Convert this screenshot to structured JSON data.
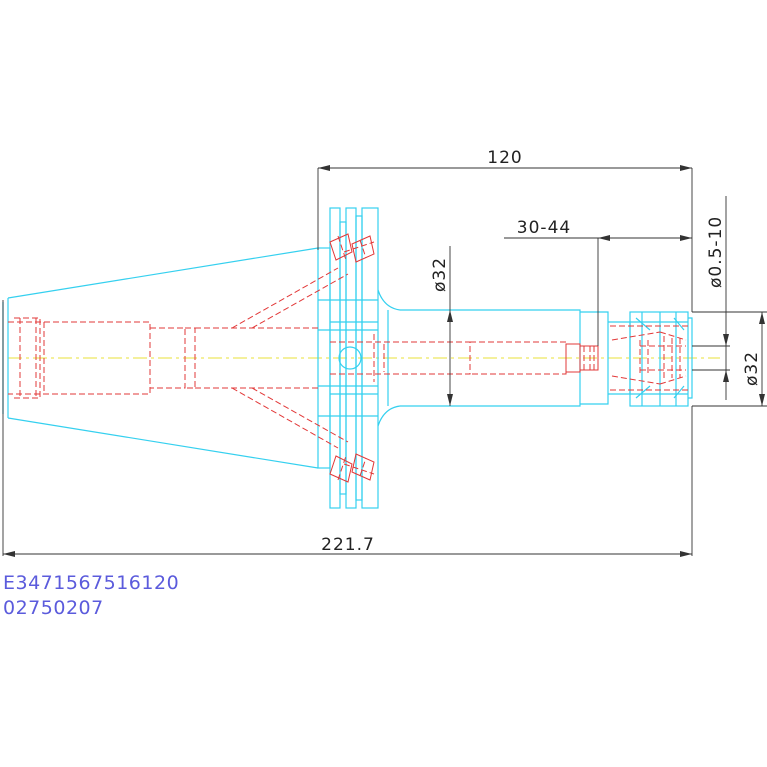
{
  "dimensions": {
    "top_length": "120",
    "clamp_range": "30-44",
    "shank_diameter": "ø32",
    "collet_range": "ø0.5-10",
    "nut_diameter": "ø32",
    "total_length": "221.7"
  },
  "codes": {
    "line1": "E3471567516120",
    "line2": "02750207"
  },
  "colors": {
    "outline": "#35d0ef",
    "hidden": "#e23838",
    "centerline": "#e8e23a",
    "dimension": "#333333",
    "code_text": "#5b5bdc"
  }
}
